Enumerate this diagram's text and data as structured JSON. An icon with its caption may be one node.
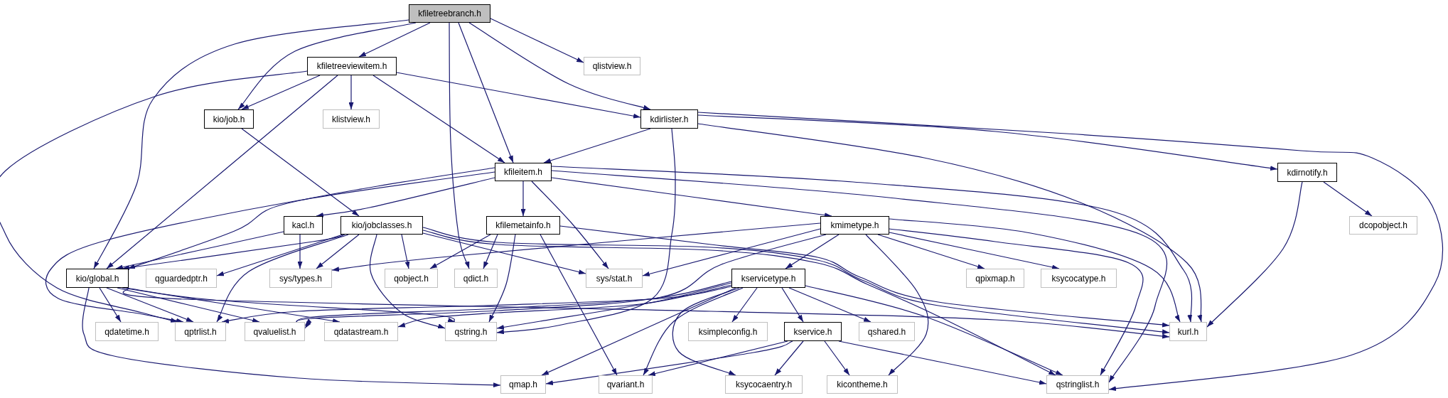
{
  "diagram": {
    "nodes": [
      {
        "text": [
          "kfiletreebranch.h"
        ]
      },
      {
        "text": [
          "kfiletreeviewitem.h"
        ]
      },
      {
        "text": [
          "qlistview.h"
        ]
      },
      {
        "text": [
          "kio/job.h"
        ]
      },
      {
        "text": [
          "klistview.h"
        ]
      },
      {
        "text": [
          "kdirlister.h"
        ]
      },
      {
        "text": [
          "kfileitem.h"
        ]
      },
      {
        "text": [
          "kdirnotify.h"
        ]
      },
      {
        "text": [
          "kacl.h"
        ]
      },
      {
        "text": [
          "kio/jobclasses.h"
        ]
      },
      {
        "text": [
          "kfilemetainfo.h"
        ]
      },
      {
        "text": [
          "kmimetype.h"
        ]
      },
      {
        "text": [
          "dcopobject.h"
        ]
      },
      {
        "text": [
          "kio/global.h"
        ]
      },
      {
        "text": [
          "qguardedptr.h"
        ]
      },
      {
        "text": [
          "sys/types.h"
        ]
      },
      {
        "text": [
          "qobject.h"
        ]
      },
      {
        "text": [
          "qdict.h"
        ]
      },
      {
        "text": [
          "sys/stat.h"
        ]
      },
      {
        "text": [
          "kservicetype.h"
        ]
      },
      {
        "text": [
          "qpixmap.h"
        ]
      },
      {
        "text": [
          "ksycocatype.h"
        ]
      },
      {
        "text": [
          "qdatetime.h"
        ]
      },
      {
        "text": [
          "qptrlist.h"
        ]
      },
      {
        "text": [
          "qvaluelist.h"
        ]
      },
      {
        "text": [
          "qdatastream.h"
        ]
      },
      {
        "text": [
          "qstring.h"
        ]
      },
      {
        "text": [
          "ksimpleconfig.h"
        ]
      },
      {
        "text": [
          "kservice.h"
        ]
      },
      {
        "text": [
          "qshared.h"
        ]
      },
      {
        "text": [
          "kurl.h"
        ]
      },
      {
        "text": [
          "qmap.h"
        ]
      },
      {
        "text": [
          "qvariant.h"
        ]
      },
      {
        "text": [
          "ksycocaentry.h"
        ]
      },
      {
        "text": [
          "kicontheme.h"
        ]
      },
      {
        "text": [
          "qstringlist.h"
        ]
      }
    ],
    "edges": [
      {
        "from": 0,
        "to": 1,
        "arrow": "to"
      },
      {
        "from": 0,
        "to": 2,
        "arrow": "to"
      },
      {
        "from": 0,
        "to": 5,
        "arrow": "to"
      },
      {
        "from": 0,
        "to": 3,
        "arrow": "to"
      },
      {
        "from": 0,
        "to": 13,
        "arrow": "to"
      },
      {
        "from": 0,
        "to": 17,
        "arrow": "to"
      },
      {
        "from": 0,
        "to": 6,
        "arrow": "to"
      },
      {
        "from": 1,
        "to": 23,
        "arrow": "to"
      },
      {
        "from": 1,
        "to": 3,
        "arrow": "to"
      },
      {
        "from": 1,
        "to": 4,
        "arrow": "to"
      },
      {
        "from": 1,
        "to": 13,
        "arrow": "to"
      },
      {
        "from": 1,
        "to": 6,
        "arrow": "to"
      },
      {
        "from": 1,
        "to": 5,
        "arrow": "to"
      },
      {
        "from": 3,
        "to": 9,
        "arrow": "to"
      },
      {
        "from": 5,
        "to": 6,
        "arrow": "to"
      },
      {
        "from": 5,
        "to": 7,
        "arrow": "to"
      },
      {
        "from": 5,
        "to": 26,
        "arrow": "to"
      },
      {
        "from": 5,
        "to": 35,
        "arrow": "to"
      },
      {
        "from": 5,
        "to": 30,
        "arrow": "to"
      },
      {
        "from": 6,
        "to": 35,
        "arrow": "to"
      },
      {
        "from": 6,
        "to": 18,
        "arrow": "to"
      },
      {
        "from": 6,
        "to": 23,
        "arrow": "to"
      },
      {
        "from": 6,
        "to": 13,
        "arrow": "to"
      },
      {
        "from": 6,
        "to": 30,
        "arrow": "to"
      },
      {
        "from": 6,
        "to": 8,
        "arrow": "to"
      },
      {
        "from": 6,
        "to": 11,
        "arrow": "to"
      },
      {
        "from": 6,
        "to": 10,
        "arrow": "to"
      },
      {
        "from": 7,
        "to": 12,
        "arrow": "to"
      },
      {
        "from": 7,
        "to": 30,
        "arrow": "to"
      },
      {
        "from": 8,
        "to": 15,
        "arrow": "to"
      },
      {
        "from": 8,
        "to": 13,
        "arrow": "to"
      },
      {
        "from": 9,
        "to": 16,
        "arrow": "to"
      },
      {
        "from": 9,
        "to": 23,
        "arrow": "to"
      },
      {
        "from": 9,
        "to": 26,
        "arrow": "to"
      },
      {
        "from": 9,
        "to": 35,
        "arrow": "to"
      },
      {
        "from": 9,
        "to": 14,
        "arrow": "to"
      },
      {
        "from": 9,
        "to": 15,
        "arrow": "to"
      },
      {
        "from": 9,
        "to": 18,
        "arrow": "to"
      },
      {
        "from": 9,
        "to": 30,
        "arrow": "to"
      },
      {
        "from": 9,
        "to": 13,
        "arrow": "to"
      },
      {
        "from": 10,
        "to": 17,
        "arrow": "to"
      },
      {
        "from": 10,
        "to": 32,
        "arrow": "to"
      },
      {
        "from": 10,
        "to": 16,
        "arrow": "to"
      },
      {
        "from": 10,
        "to": 26,
        "arrow": "to"
      },
      {
        "from": 10,
        "to": 30,
        "arrow": "to"
      },
      {
        "from": 11,
        "to": 15,
        "arrow": "to"
      },
      {
        "from": 11,
        "to": 18,
        "arrow": "to"
      },
      {
        "from": 11,
        "to": 35,
        "arrow": "to"
      },
      {
        "from": 11,
        "to": 24,
        "arrow": "to"
      },
      {
        "from": 11,
        "to": 20,
        "arrow": "to"
      },
      {
        "from": 11,
        "to": 34,
        "arrow": "to"
      },
      {
        "from": 11,
        "to": 30,
        "arrow": "to"
      },
      {
        "from": 11,
        "to": 21,
        "arrow": "to"
      },
      {
        "from": 11,
        "to": 19,
        "arrow": "to"
      },
      {
        "from": 13,
        "to": 26,
        "arrow": "to"
      },
      {
        "from": 13,
        "to": 24,
        "arrow": "to"
      },
      {
        "from": 13,
        "to": 23,
        "arrow": "to"
      },
      {
        "from": 13,
        "to": 25,
        "arrow": "to"
      },
      {
        "from": 13,
        "to": 22,
        "arrow": "to"
      },
      {
        "from": 13,
        "to": 31,
        "arrow": "to"
      },
      {
        "from": 13,
        "to": 30,
        "arrow": "to"
      },
      {
        "from": 19,
        "to": 33,
        "arrow": "to"
      },
      {
        "from": 19,
        "to": 28,
        "arrow": "to"
      },
      {
        "from": 19,
        "to": 35,
        "arrow": "to"
      },
      {
        "from": 19,
        "to": 31,
        "arrow": "to"
      },
      {
        "from": 19,
        "to": 23,
        "arrow": "to"
      },
      {
        "from": 19,
        "to": 26,
        "arrow": "to"
      },
      {
        "from": 19,
        "to": 29,
        "arrow": "to"
      },
      {
        "from": 19,
        "to": 25,
        "arrow": "to"
      },
      {
        "from": 19,
        "to": 32,
        "arrow": "to"
      },
      {
        "from": 19,
        "to": 24,
        "arrow": "to"
      },
      {
        "from": 19,
        "to": 27,
        "arrow": "to"
      },
      {
        "from": 28,
        "to": 35,
        "arrow": "to"
      },
      {
        "from": 28,
        "to": 31,
        "arrow": "to"
      },
      {
        "from": 28,
        "to": 32,
        "arrow": "to"
      },
      {
        "from": 28,
        "to": 34,
        "arrow": "to"
      },
      {
        "from": 28,
        "to": 33,
        "arrow": "to"
      }
    ]
  }
}
